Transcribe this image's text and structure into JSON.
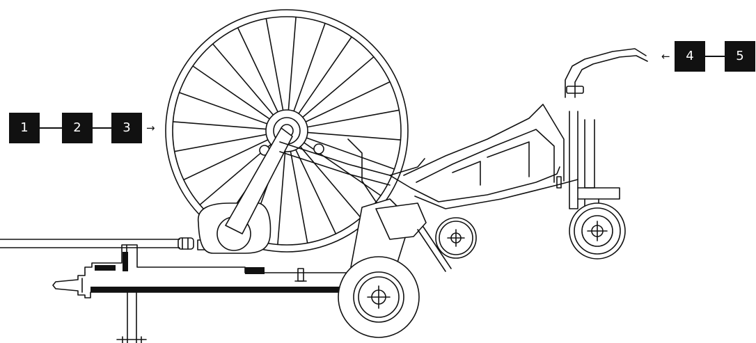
{
  "callouts": {
    "left": [
      "1",
      "2",
      "3"
    ],
    "right": [
      "4",
      "5"
    ]
  },
  "colors": {
    "line": "#111111",
    "box": "#111111",
    "box_text": "#ffffff",
    "background": "#ffffff"
  },
  "icons": {
    "arrow_right": "→",
    "arrow_left": "←"
  }
}
